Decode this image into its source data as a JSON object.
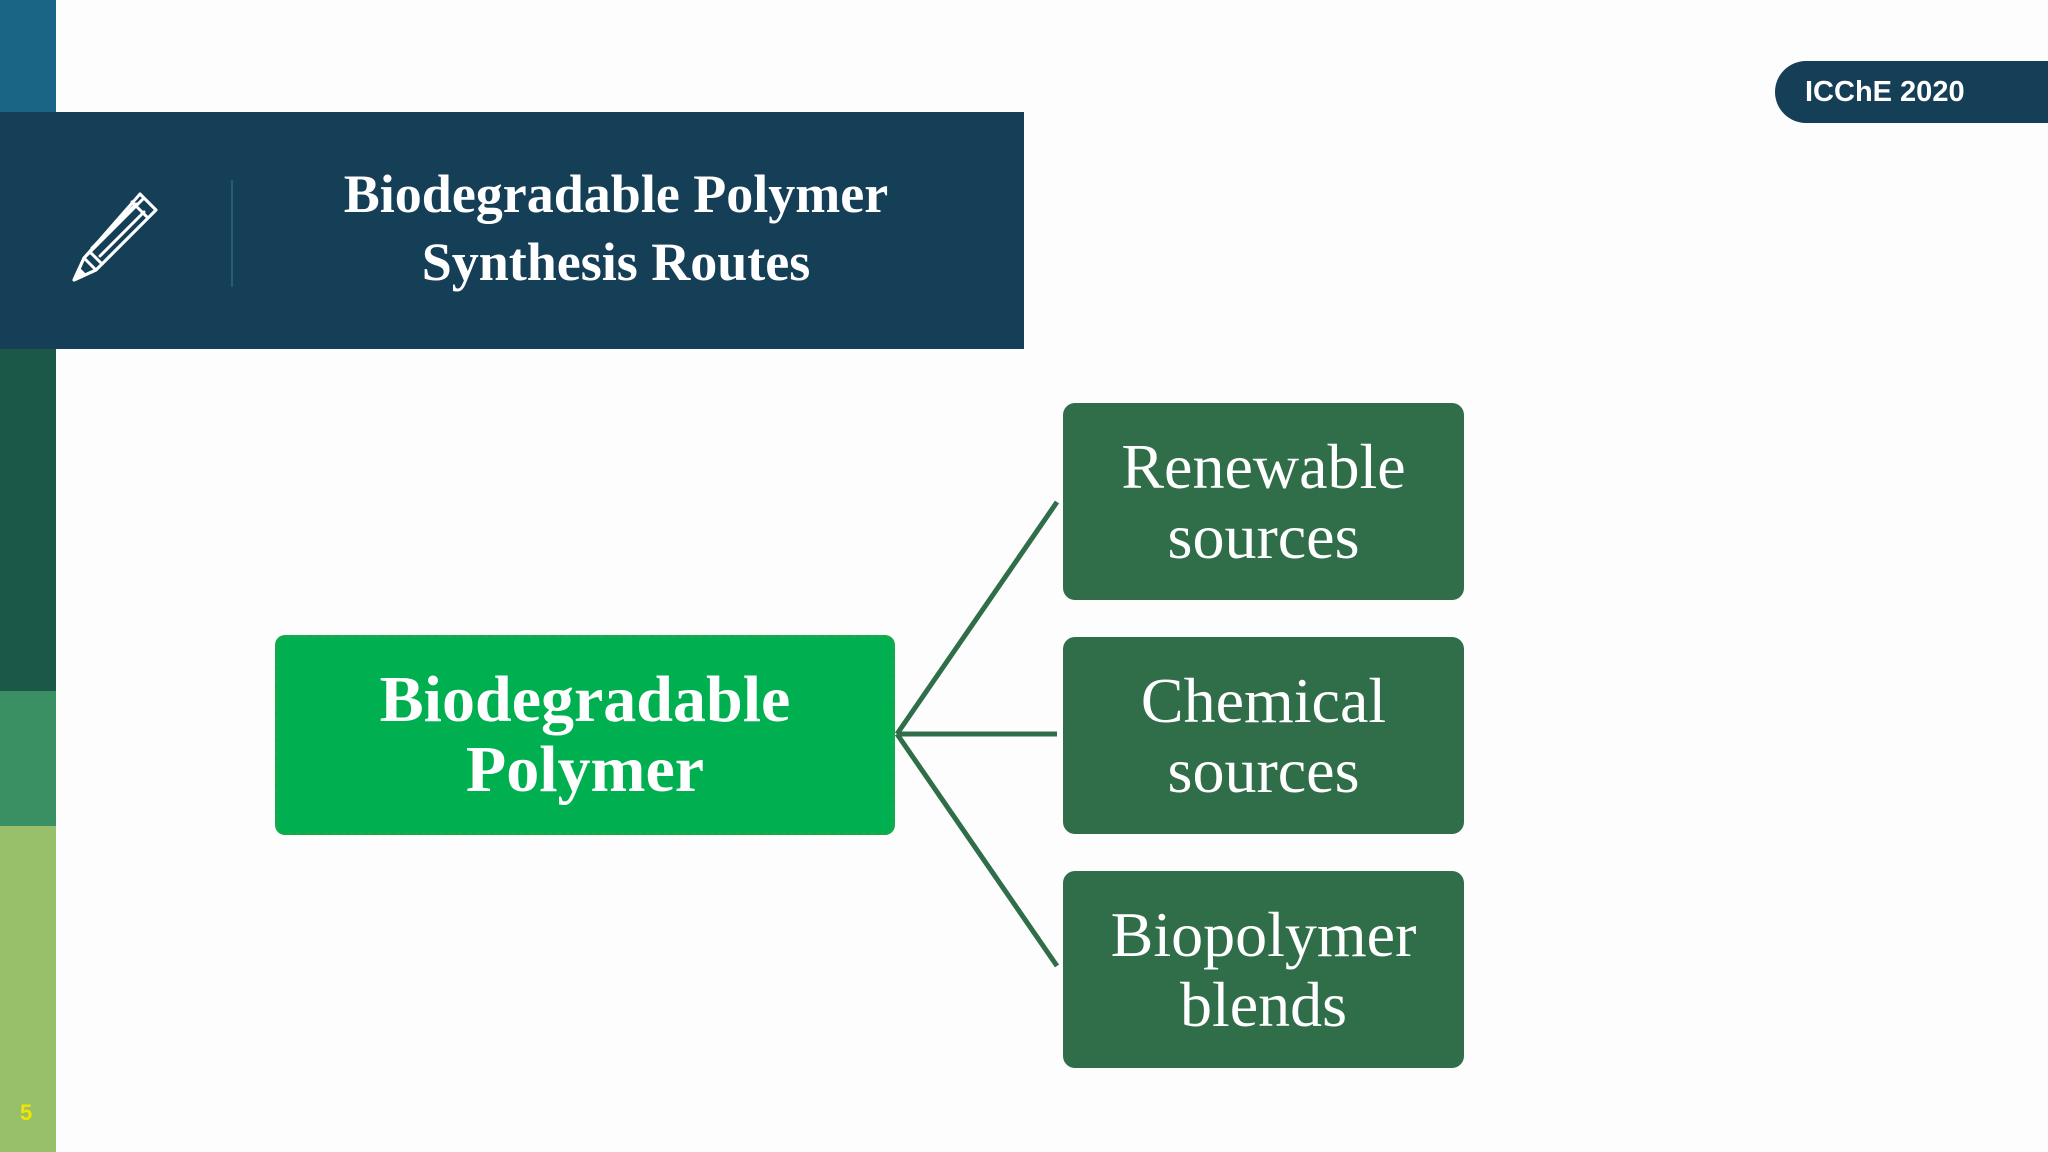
{
  "colors": {
    "title_bar": "#153e57",
    "sidebar": [
      "#1a6585",
      "#153e57",
      "#1c5847",
      "#3a9063",
      "#98bf6a"
    ],
    "root_fill": "#00b050",
    "child_fill": "#2f6e49",
    "connector": "#2f6e49",
    "page_number": "#f2e600"
  },
  "header": {
    "title_line1": "Biodegradable Polymer",
    "title_line2": "Synthesis Routes",
    "icon": "pencil-icon"
  },
  "badge": {
    "label": "ICChE 2020"
  },
  "slide": {
    "page_number": "5"
  },
  "diagram": {
    "root": {
      "line1": "Biodegradable",
      "line2": "Polymer"
    },
    "children": [
      {
        "line1": "Renewable",
        "line2": "sources"
      },
      {
        "line1": "Chemical",
        "line2": "sources"
      },
      {
        "line1": "Biopolymer",
        "line2": "blends"
      }
    ]
  }
}
